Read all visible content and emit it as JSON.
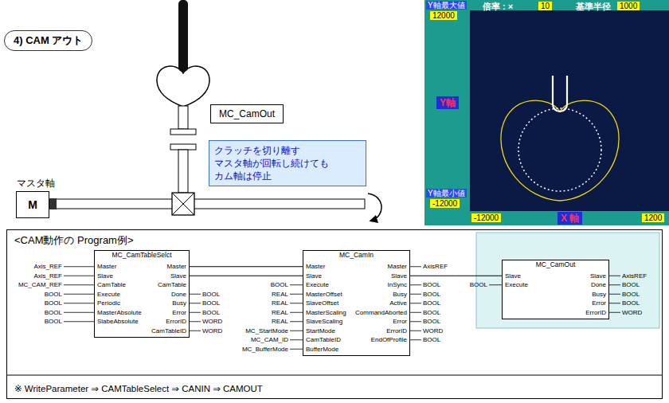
{
  "diagram": {
    "nodes": [
      {
        "text": [
          "4) CAM アウト"
        ]
      },
      {
        "text": [
          "倍率 : ×",
          "基準半径"
        ]
      },
      {
        "text": [
          "Y軸最大値"
        ],
        "in": 1
      },
      {
        "text": [
          "10"
        ],
        "in": 1
      },
      {
        "text": [
          "1000"
        ],
        "in": 1
      },
      {
        "text": [
          "12000"
        ],
        "in": 1
      },
      {
        "text": [
          "MC_CamOut"
        ]
      },
      {
        "text": [
          "クラッチを切り離す マスタ軸が回転し続けても カム軸は停止"
        ]
      },
      {
        "text": [
          "Y軸"
        ],
        "in": 1
      },
      {
        "text": [
          "マスタ軸",
          "M"
        ]
      },
      {
        "text": [
          "Y軸最小値"
        ],
        "in": 1
      },
      {
        "text": [
          "-12000"
        ],
        "in": 1
      },
      {
        "text": [
          "-12000"
        ],
        "in": 1
      },
      {
        "text": [
          "X 軸"
        ],
        "in": 1
      },
      {
        "text": [
          "1200"
        ],
        "in": 1
      },
      {
        "text": [
          "<CAM動作の Program例>",
          "※ WriteParameter ⇒ CAMTableSelect ⇒ CANIN ⇒ CAMOUT"
        ]
      },
      {
        "text": [
          "MC_CamTableSelct",
          "Master",
          "Slave",
          "CamTable",
          "Execute",
          "Periodic",
          "MasterAbsolute",
          "SlabeAbsolute",
          "Master",
          "Slave",
          "CamTable",
          "Done",
          "Busy",
          "Error",
          "ErrorID",
          "CamTableID"
        ],
        "in": 15
      },
      {
        "text": [
          "MC_CamIn",
          "Master",
          "Slave",
          "Execute",
          "MasterOffset",
          "SlaveOffset",
          "MasterScaling",
          "SlaveScaling",
          "StartMode",
          "CamTableID",
          "BufferMode",
          "Master",
          "Slave",
          "InSync",
          "Busy",
          "Active",
          "CommandAborted",
          "Error",
          "ErrorID",
          "EndOfProfile"
        ],
        "in": 15
      },
      {
        "text": [
          "MC_CamOut",
          "Slave",
          "Execute",
          "Slave",
          "Done",
          "Busy",
          "Error",
          "ErrorID"
        ],
        "in": 15
      }
    ],
    "edges": [
      {
        "from": 16,
        "to": 17,
        "arrow": "none"
      },
      {
        "from": 16,
        "to": 17,
        "arrow": "none"
      },
      {
        "from": 17,
        "to": 18,
        "arrow": "none"
      }
    ],
    "labels": [
      "Axis_REF",
      "Axis_REF",
      "MC_CAM_REF",
      "BOOL",
      "BOOL",
      "BOOL",
      "BOOL",
      "BOOL",
      "BOOL",
      "BOOL",
      "WORD",
      "WORD",
      "BOOL",
      "REAL",
      "REAL",
      "REAL",
      "REAL",
      "MC_StartMode",
      "MC_CAM_ID",
      "MC_BufferMode",
      "AxisREF",
      "BOOL",
      "BOOL",
      "BOOL",
      "BOOL",
      "BOOL",
      "WORD",
      "BOOL",
      "BOOL",
      "AxisREF",
      "BOOL",
      "BOOL",
      "BOOL",
      "WORD"
    ]
  }
}
